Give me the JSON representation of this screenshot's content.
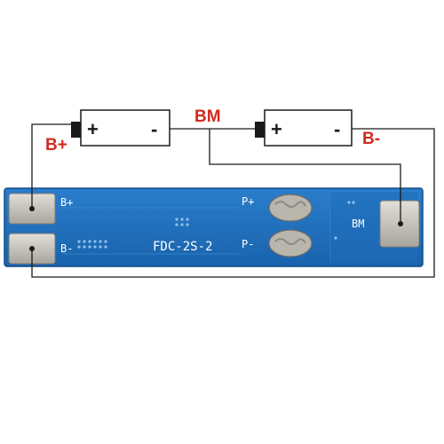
{
  "diagram": {
    "labels": {
      "b_plus": "B+",
      "bm": "BM",
      "b_minus": "B-"
    },
    "cells": [
      {
        "positive": "+",
        "negative": "-"
      },
      {
        "positive": "+",
        "negative": "-"
      }
    ],
    "board": {
      "pad_b_plus": "B+",
      "pad_b_minus": "B-",
      "pad_p_plus": "P+",
      "pad_p_minus": "P-",
      "pad_bm": "BM",
      "model": "FDC-2S-2"
    },
    "colors": {
      "label_red": "#d22a1e",
      "board_blue": "#1f6fbd",
      "board_blue_dark": "#175b9f",
      "wire": "#1a1a1a",
      "pad_metal": "#c9c6bf"
    }
  }
}
